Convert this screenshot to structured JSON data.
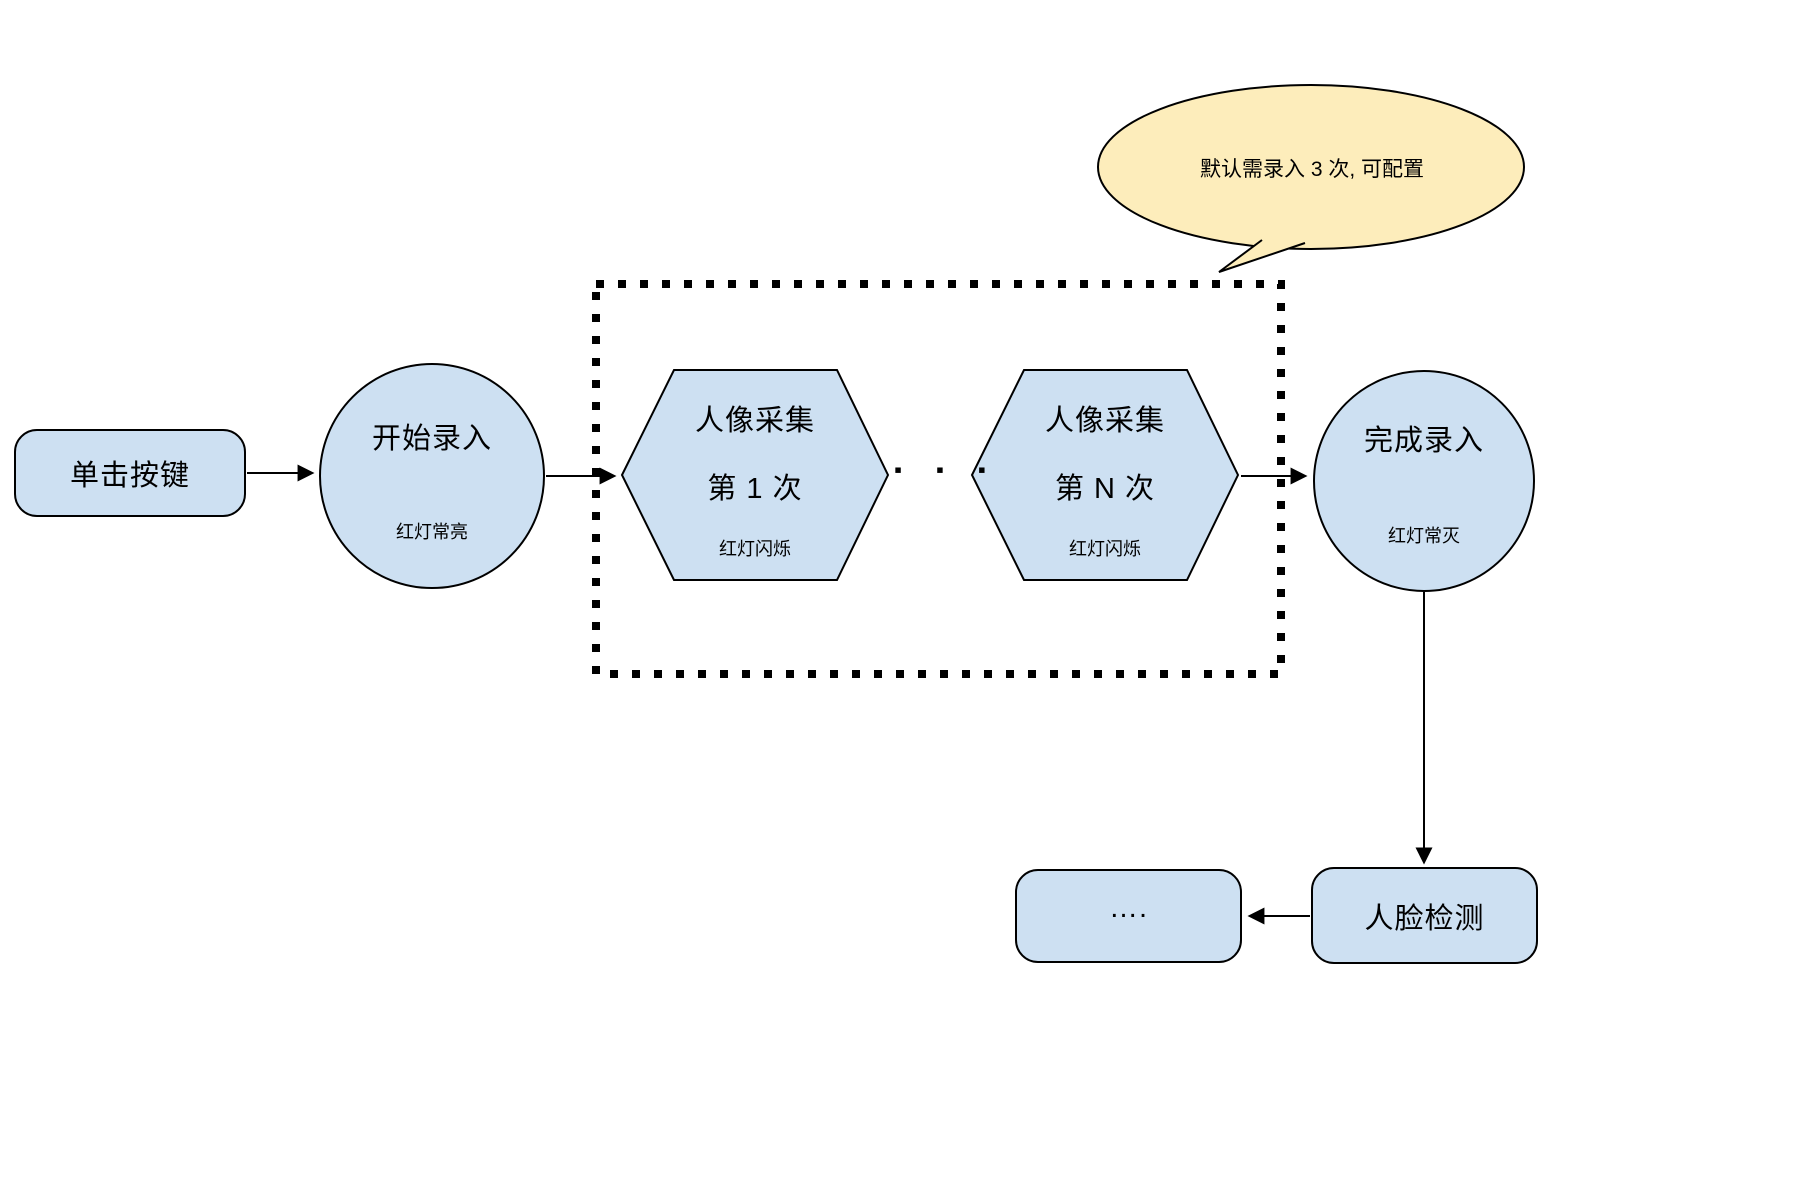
{
  "diagram": {
    "click_button": {
      "label": "单击按键"
    },
    "start_enroll": {
      "title": "开始录入",
      "status": "红灯常亮"
    },
    "capture_first": {
      "line1": "人像采集",
      "line2": "第 1 次",
      "status": "红灯闪烁"
    },
    "capture_nth": {
      "line1": "人像采集",
      "line2": "第 N 次",
      "status": "红灯闪烁"
    },
    "separator_dots": "▪ ▪ ▪",
    "finish_enroll": {
      "title": "完成录入",
      "status": "红灯常灭"
    },
    "face_detection": {
      "label": "人脸检测"
    },
    "next_steps": {
      "label": "…."
    },
    "callout": {
      "text": "默认需录入 3 次, 可配置"
    }
  },
  "colors": {
    "node_fill": "#cde0f2",
    "node_stroke": "#000000",
    "callout_fill": "#fdedbb",
    "arrow_color": "#000000"
  }
}
